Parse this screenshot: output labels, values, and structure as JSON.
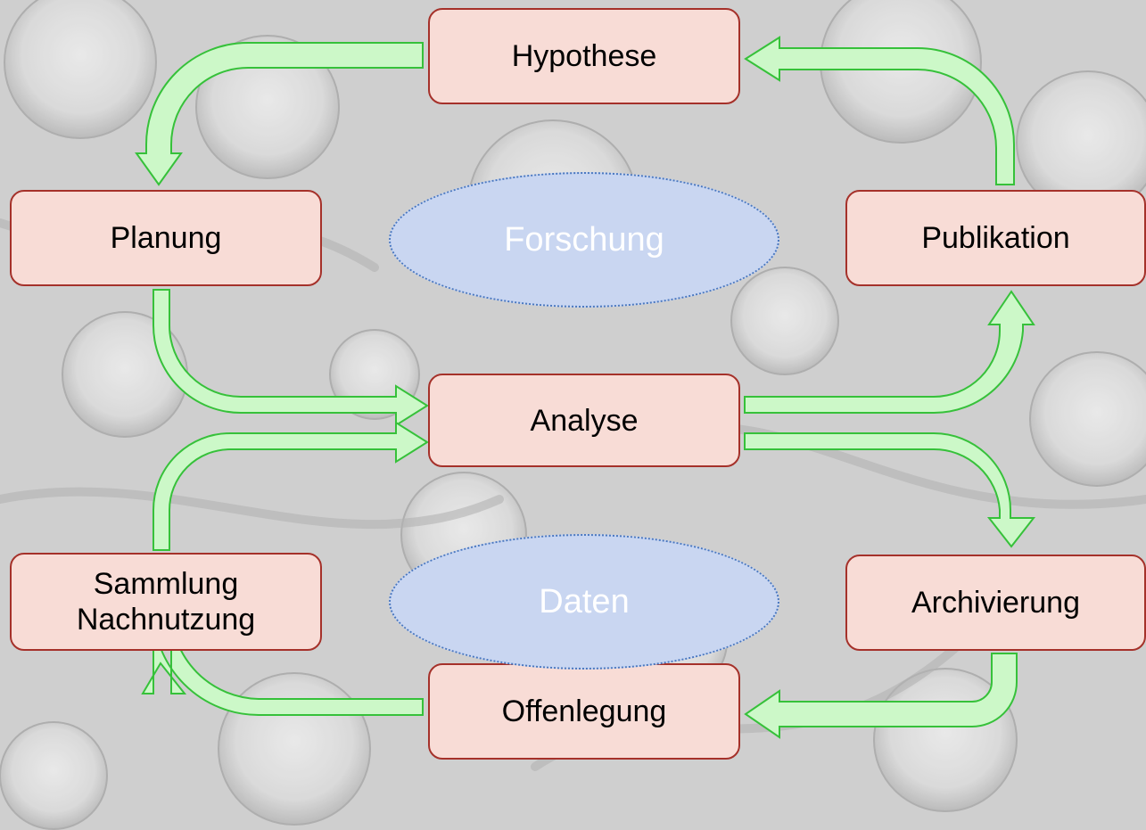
{
  "diagram": {
    "steps": {
      "hypothese": "Hypothese",
      "planung": "Planung",
      "publikation": "Publikation",
      "analyse": "Analyse",
      "sammlung_line1": "Sammlung",
      "sammlung_line2": "Nachnutzung",
      "archivierung": "Archivierung",
      "offenlegung": "Offenlegung"
    },
    "domains": {
      "forschung": "Forschung",
      "daten": "Daten"
    }
  },
  "colors": {
    "node_fill": "#f8dcd6",
    "node_border": "#a5312a",
    "arrow_fill": "#ccf8c8",
    "arrow_stroke": "#36c13a",
    "ellipse_fill": "#c9d6f1",
    "ellipse_border": "#4a78c0"
  }
}
